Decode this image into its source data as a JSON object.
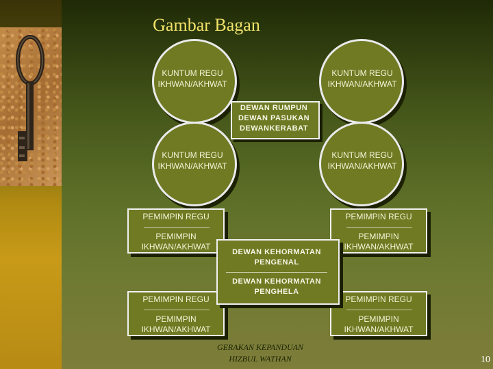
{
  "title": "Gambar Bagan",
  "circles": [
    {
      "line1": "KUNTUM REGU",
      "line2": "IKHWAN/AKHWAT"
    },
    {
      "line1": "KUNTUM REGU",
      "line2": "IKHWAN/AKHWAT"
    },
    {
      "line1": "KUNTUM REGU",
      "line2": "IKHWAN/AKHWAT"
    },
    {
      "line1": "KUNTUM REGU",
      "line2": "IKHWAN/AKHWAT"
    }
  ],
  "center": {
    "line1": "DEWAN RUMPUN",
    "line2": "DEWAN PASUKAN",
    "line3": "DEWANKERABAT"
  },
  "boxes": [
    {
      "line1": "PEMIMPIN REGU",
      "line2": "PEMIMPIN",
      "line3": "IKHWAN/AKHWAT"
    },
    {
      "line1": "PEMIMPIN REGU",
      "line2": "PEMIMPIN",
      "line3": "IKHWAN/AKHWAT"
    },
    {
      "line1": "PEMIMPIN REGU",
      "line2": "PEMIMPIN",
      "line3": "IKHWAN/AKHWAT"
    },
    {
      "line1": "PEMIMPIN REGU",
      "line2": "PEMIMPIN",
      "line3": "IKHWAN/AKHWAT"
    }
  ],
  "honor": {
    "line1": "DEWAN KEHORMATAN",
    "line2": "PENGENAL",
    "line3": "DEWAN KEHORMATAN",
    "line4": "PENGHELA"
  },
  "footer": {
    "line1": "GERAKAN KEPANDUAN",
    "line2": "HIZBUL WATHAN"
  },
  "page_number": "10",
  "colors": {
    "title": "#f1e36a",
    "shape_fill": "#6f7a23",
    "shape_border": "#f1f1f1"
  },
  "icons": {
    "left_image": "old-key-image"
  }
}
